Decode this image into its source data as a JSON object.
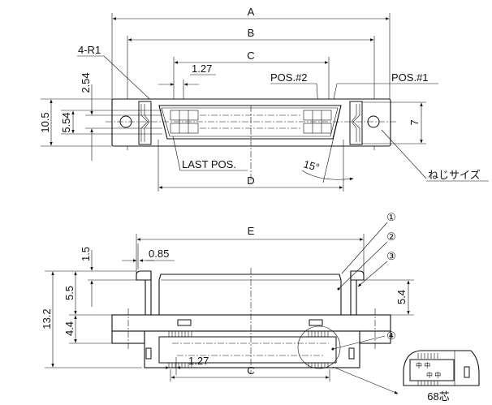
{
  "top_view": {
    "dim_a": "A",
    "dim_b": "B",
    "dim_c": "C",
    "dim_d": "D",
    "radius": "4-R1",
    "pitch": "1.27",
    "pos2": "POS.#2",
    "pos1": "POS.#1",
    "row_pitch": "2.54",
    "height_total": "10.5",
    "row_span": "5.54",
    "height_shell": "7",
    "last_pos": "LAST POS.",
    "angle": "15°",
    "screw_size": "ねじサイズ"
  },
  "side_view": {
    "dim_e": "E",
    "dim_1_5": "1.5",
    "dim_0_85": "0.85",
    "dim_13_2": "13.2",
    "dim_5_5": "5.5",
    "dim_4_4": "4.4",
    "dim_5_4": "5.4",
    "pitch": "1.27",
    "dim_c": "C",
    "callouts": [
      "①",
      "②",
      "③",
      "④"
    ],
    "detail_caption": "68芯"
  }
}
